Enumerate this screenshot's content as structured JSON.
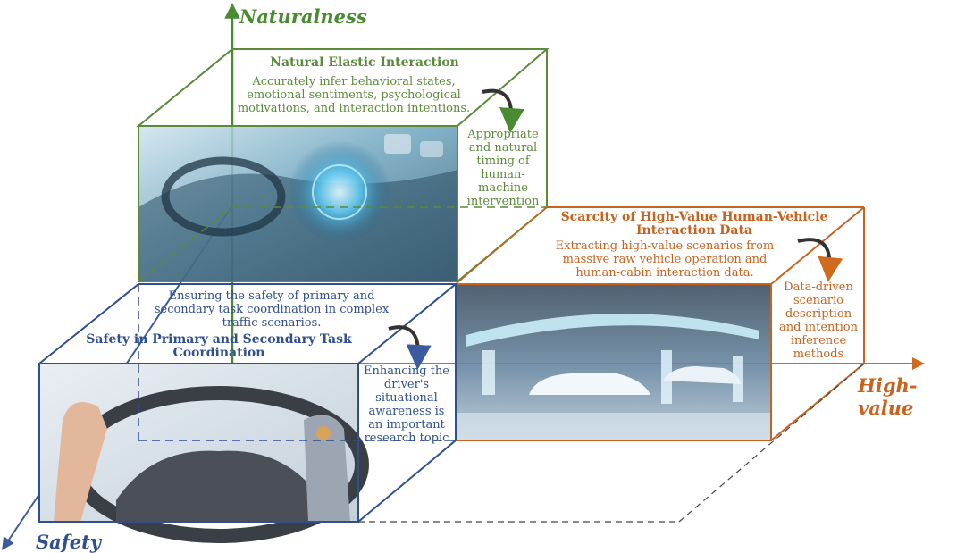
{
  "axes": {
    "vertical": "Naturalness",
    "horizontal": "High-value",
    "depth": "Safety"
  },
  "blocks": {
    "natural": {
      "title": "Natural Elastic Interaction",
      "description": "Accurately infer behavioral states, emotional sentiments, psychological motivations, and interaction intentions.",
      "side_note": "Appropriate and natural timing of human-machine intervention",
      "image": "car-dashboard-hud-image"
    },
    "high_value": {
      "title": "Scarcity of High-Value Human-Vehicle Interaction Data",
      "description": "Extracting high-value scenarios from massive raw vehicle operation and human-cabin interaction data.",
      "side_note": "Data-driven scenario description and intention inference methods",
      "image": "ev-charging-station-image"
    },
    "safety": {
      "title": "Safety in Primary and Secondary Task Coordination",
      "description": "Ensuring the safety of primary and secondary task coordination in complex traffic scenarios.",
      "side_note": "Enhancing the driver's situational awareness is an important research topic",
      "image": "steering-wheel-robot-hand-image"
    }
  },
  "colors": {
    "natural": "#5b8a3a",
    "high_value": "#c8631f",
    "safety": "#2f4f8f",
    "axis_line": "#4a8a30",
    "axis_h": "#d06a1e",
    "axis_depth": "#3b5aa0"
  }
}
